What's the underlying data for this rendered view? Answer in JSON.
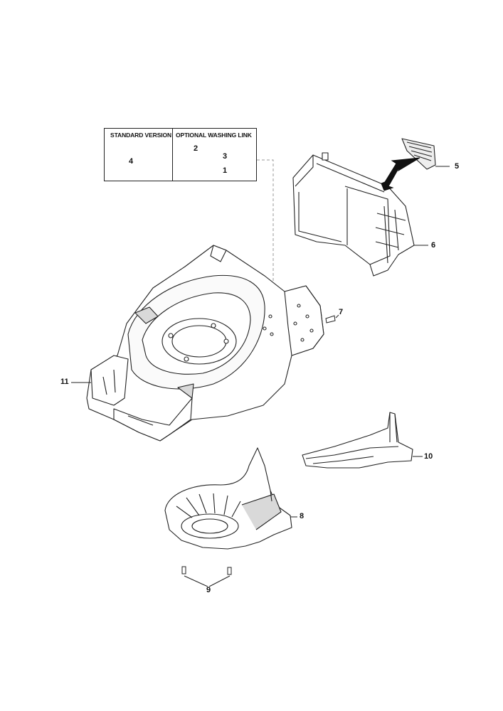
{
  "legend": {
    "standard_version": "STANDARD VERSION",
    "optional_washing_link": "OPTIONAL WASHING LINK"
  },
  "callouts": {
    "c1": "1",
    "c2": "2",
    "c3": "3",
    "c4": "4",
    "c5": "5",
    "c6": "6",
    "c7": "7",
    "c8": "8",
    "c9": "9",
    "c10": "10",
    "c11": "11"
  },
  "colors": {
    "line": "#222222",
    "fill": "#ffffff",
    "shade": "#d9d9d9",
    "dash": "#999999",
    "arrow": "#111111"
  }
}
